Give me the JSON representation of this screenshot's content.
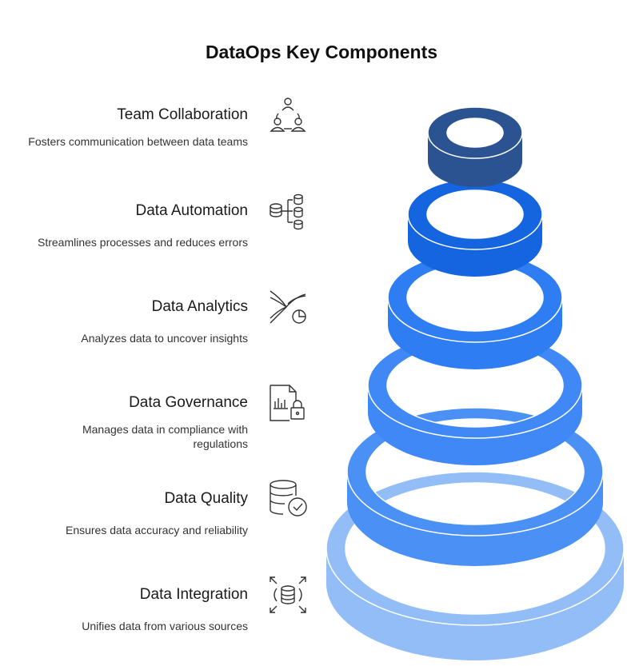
{
  "title": "DataOps Key Components",
  "items": [
    {
      "label": "Team Collaboration",
      "desc": "Fosters communication between data teams",
      "icon": "team-collaboration-icon",
      "color": "#2b5391"
    },
    {
      "label": "Data Automation",
      "desc": "Streamlines processes and reduces errors",
      "icon": "database-automation-icon",
      "color": "#1565e0"
    },
    {
      "label": "Data Analytics",
      "desc": "Analyzes data to uncover insights",
      "icon": "analytics-flow-icon",
      "color": "#2f7df3"
    },
    {
      "label": "Data Governance",
      "desc": "Manages data in compliance with regulations",
      "icon": "document-lock-icon",
      "color": "#3f88f6"
    },
    {
      "label": "Data Quality",
      "desc": "Ensures data accuracy and reliability",
      "icon": "database-check-icon",
      "color": "#4a90f5"
    },
    {
      "label": "Data Integration",
      "desc": "Unifies data from various sources",
      "icon": "database-expand-icon",
      "color": "#93bdf7"
    }
  ]
}
